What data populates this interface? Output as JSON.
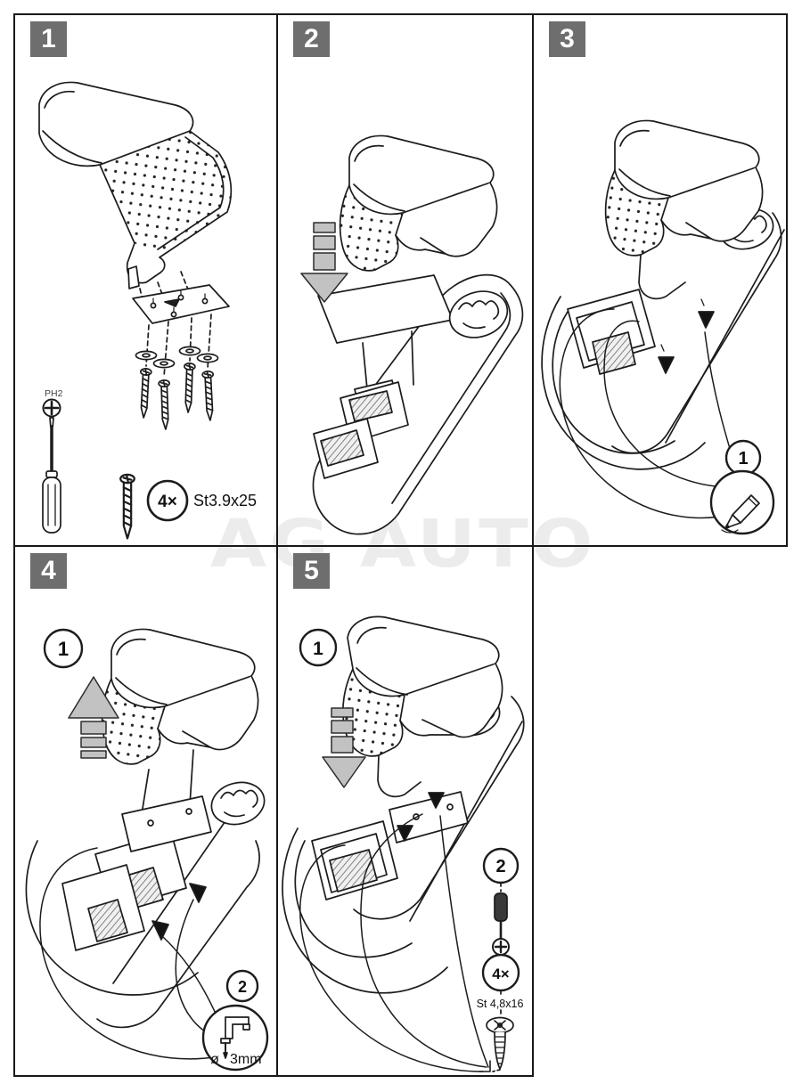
{
  "watermark_text": "AG AUTO",
  "colors": {
    "badge_background": "#6e6e6e",
    "badge_text": "#ffffff",
    "line_art": "#1c1c1c",
    "push_arrow_fill": "#bdbdbd",
    "watermark": "#ececec",
    "panel_border": "#181818"
  },
  "panels": {
    "p1": {
      "number": "1",
      "bit_label": "PH2",
      "qty_label": "4×",
      "screw_spec": "St3.9x25"
    },
    "p2": {
      "number": "2"
    },
    "p3": {
      "number": "3",
      "callout_step": "1"
    },
    "p4": {
      "number": "4",
      "callout_step": "1",
      "callout_drill": "2",
      "drill_symbol": "ø",
      "drill_size": "3mm"
    },
    "p5": {
      "number": "5",
      "callout_step": "1",
      "callout_screws": "2",
      "qty_label": "4×",
      "screw_spec": "St 4,8x16"
    }
  },
  "icons": {
    "p1": [
      "phillips-bit-icon",
      "screwdriver-icon",
      "screw-icon",
      "washer-icon",
      "mounting-plate",
      "quantity-circle"
    ],
    "p2": [
      "push-down-arrow-icon"
    ],
    "p3": [
      "marker-pen-icon",
      "pointer-arrow-icon",
      "callout-circle"
    ],
    "p4": [
      "push-up-arrow-icon",
      "drill-icon",
      "pointer-arrow-icon",
      "callout-circle"
    ],
    "p5": [
      "push-down-arrow-icon",
      "screwdriver-icon",
      "phillips-bit-icon",
      "screw-icon",
      "pointer-arrow-icon",
      "callout-circle"
    ]
  }
}
